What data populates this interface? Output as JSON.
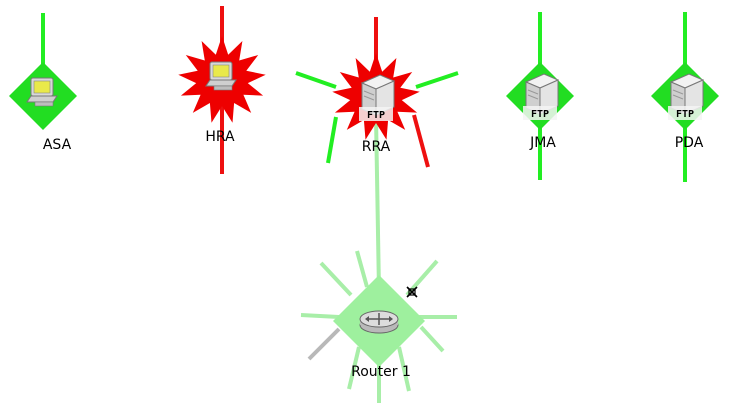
{
  "colors": {
    "status_ok": "#22dd22",
    "status_down": "#ee0000",
    "status_dim": "#9ef09e",
    "link_ok": "#22ee22",
    "link_down": "#ee1010",
    "link_dim": "#a8eea8",
    "link_unknown": "#b8b8b8"
  },
  "nodes": [
    {
      "id": "asa",
      "label": "ASA",
      "status": "ok",
      "device": "workstation",
      "badge": ""
    },
    {
      "id": "hra",
      "label": "HRA",
      "status": "down",
      "device": "workstation",
      "badge": ""
    },
    {
      "id": "rra",
      "label": "RRA",
      "status": "down",
      "device": "server",
      "badge": "FTP"
    },
    {
      "id": "jma",
      "label": "JMA",
      "status": "ok",
      "device": "server",
      "badge": "FTP"
    },
    {
      "id": "pda",
      "label": "PDA",
      "status": "ok",
      "device": "server",
      "badge": "FTP"
    },
    {
      "id": "router1",
      "label": "Router 1",
      "status": "dim",
      "device": "router",
      "badge": "",
      "marker": "disconnected-icon"
    }
  ],
  "links": [
    {
      "from": "rra",
      "to": "router1",
      "status": "dim"
    }
  ]
}
